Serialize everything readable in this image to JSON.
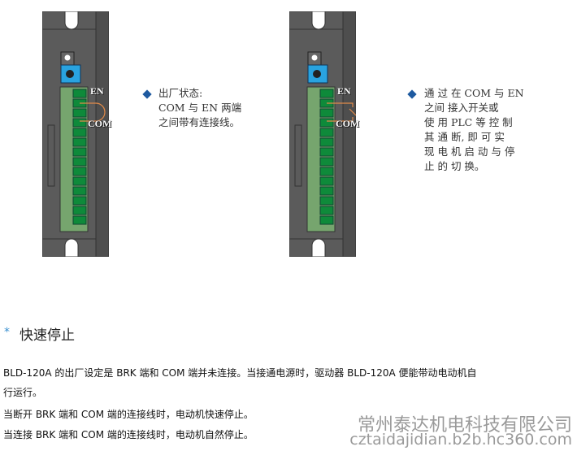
{
  "diagram_left": {
    "label_en": "EN",
    "label_com": "COM",
    "note_lines": [
      "出厂状态:",
      "COM 与 EN 两端",
      "之间带有连接线。"
    ]
  },
  "diagram_right": {
    "label_en": "EN",
    "label_com": "COM",
    "note_lines": [
      "通 过 在 COM 与 EN",
      "之间  接入开关或",
      "使 用 PLC 等 控 制",
      "其 通 断, 即 可 实",
      "现 电 机 启 动 与 停",
      "止 的 切 换。"
    ]
  },
  "section": {
    "bullet": "*",
    "title": "快速停止"
  },
  "paragraphs": [
    "BLD-120A 的出厂设定是 BRK  端和 COM  端并未连接。当接通电源时，驱动器 BLD-120A   便能带动电动机自",
    "行运行。",
    "当断开 BRK  端和 COM  端的连接线时，电动机快速停止。",
    "当连接 BRK  端和 COM  端的连接线时，电动机自然停止。"
  ],
  "watermark": {
    "company": "常州泰达机电科技有限公司",
    "url": "cztaidajidian.b2b.hc360.com"
  }
}
